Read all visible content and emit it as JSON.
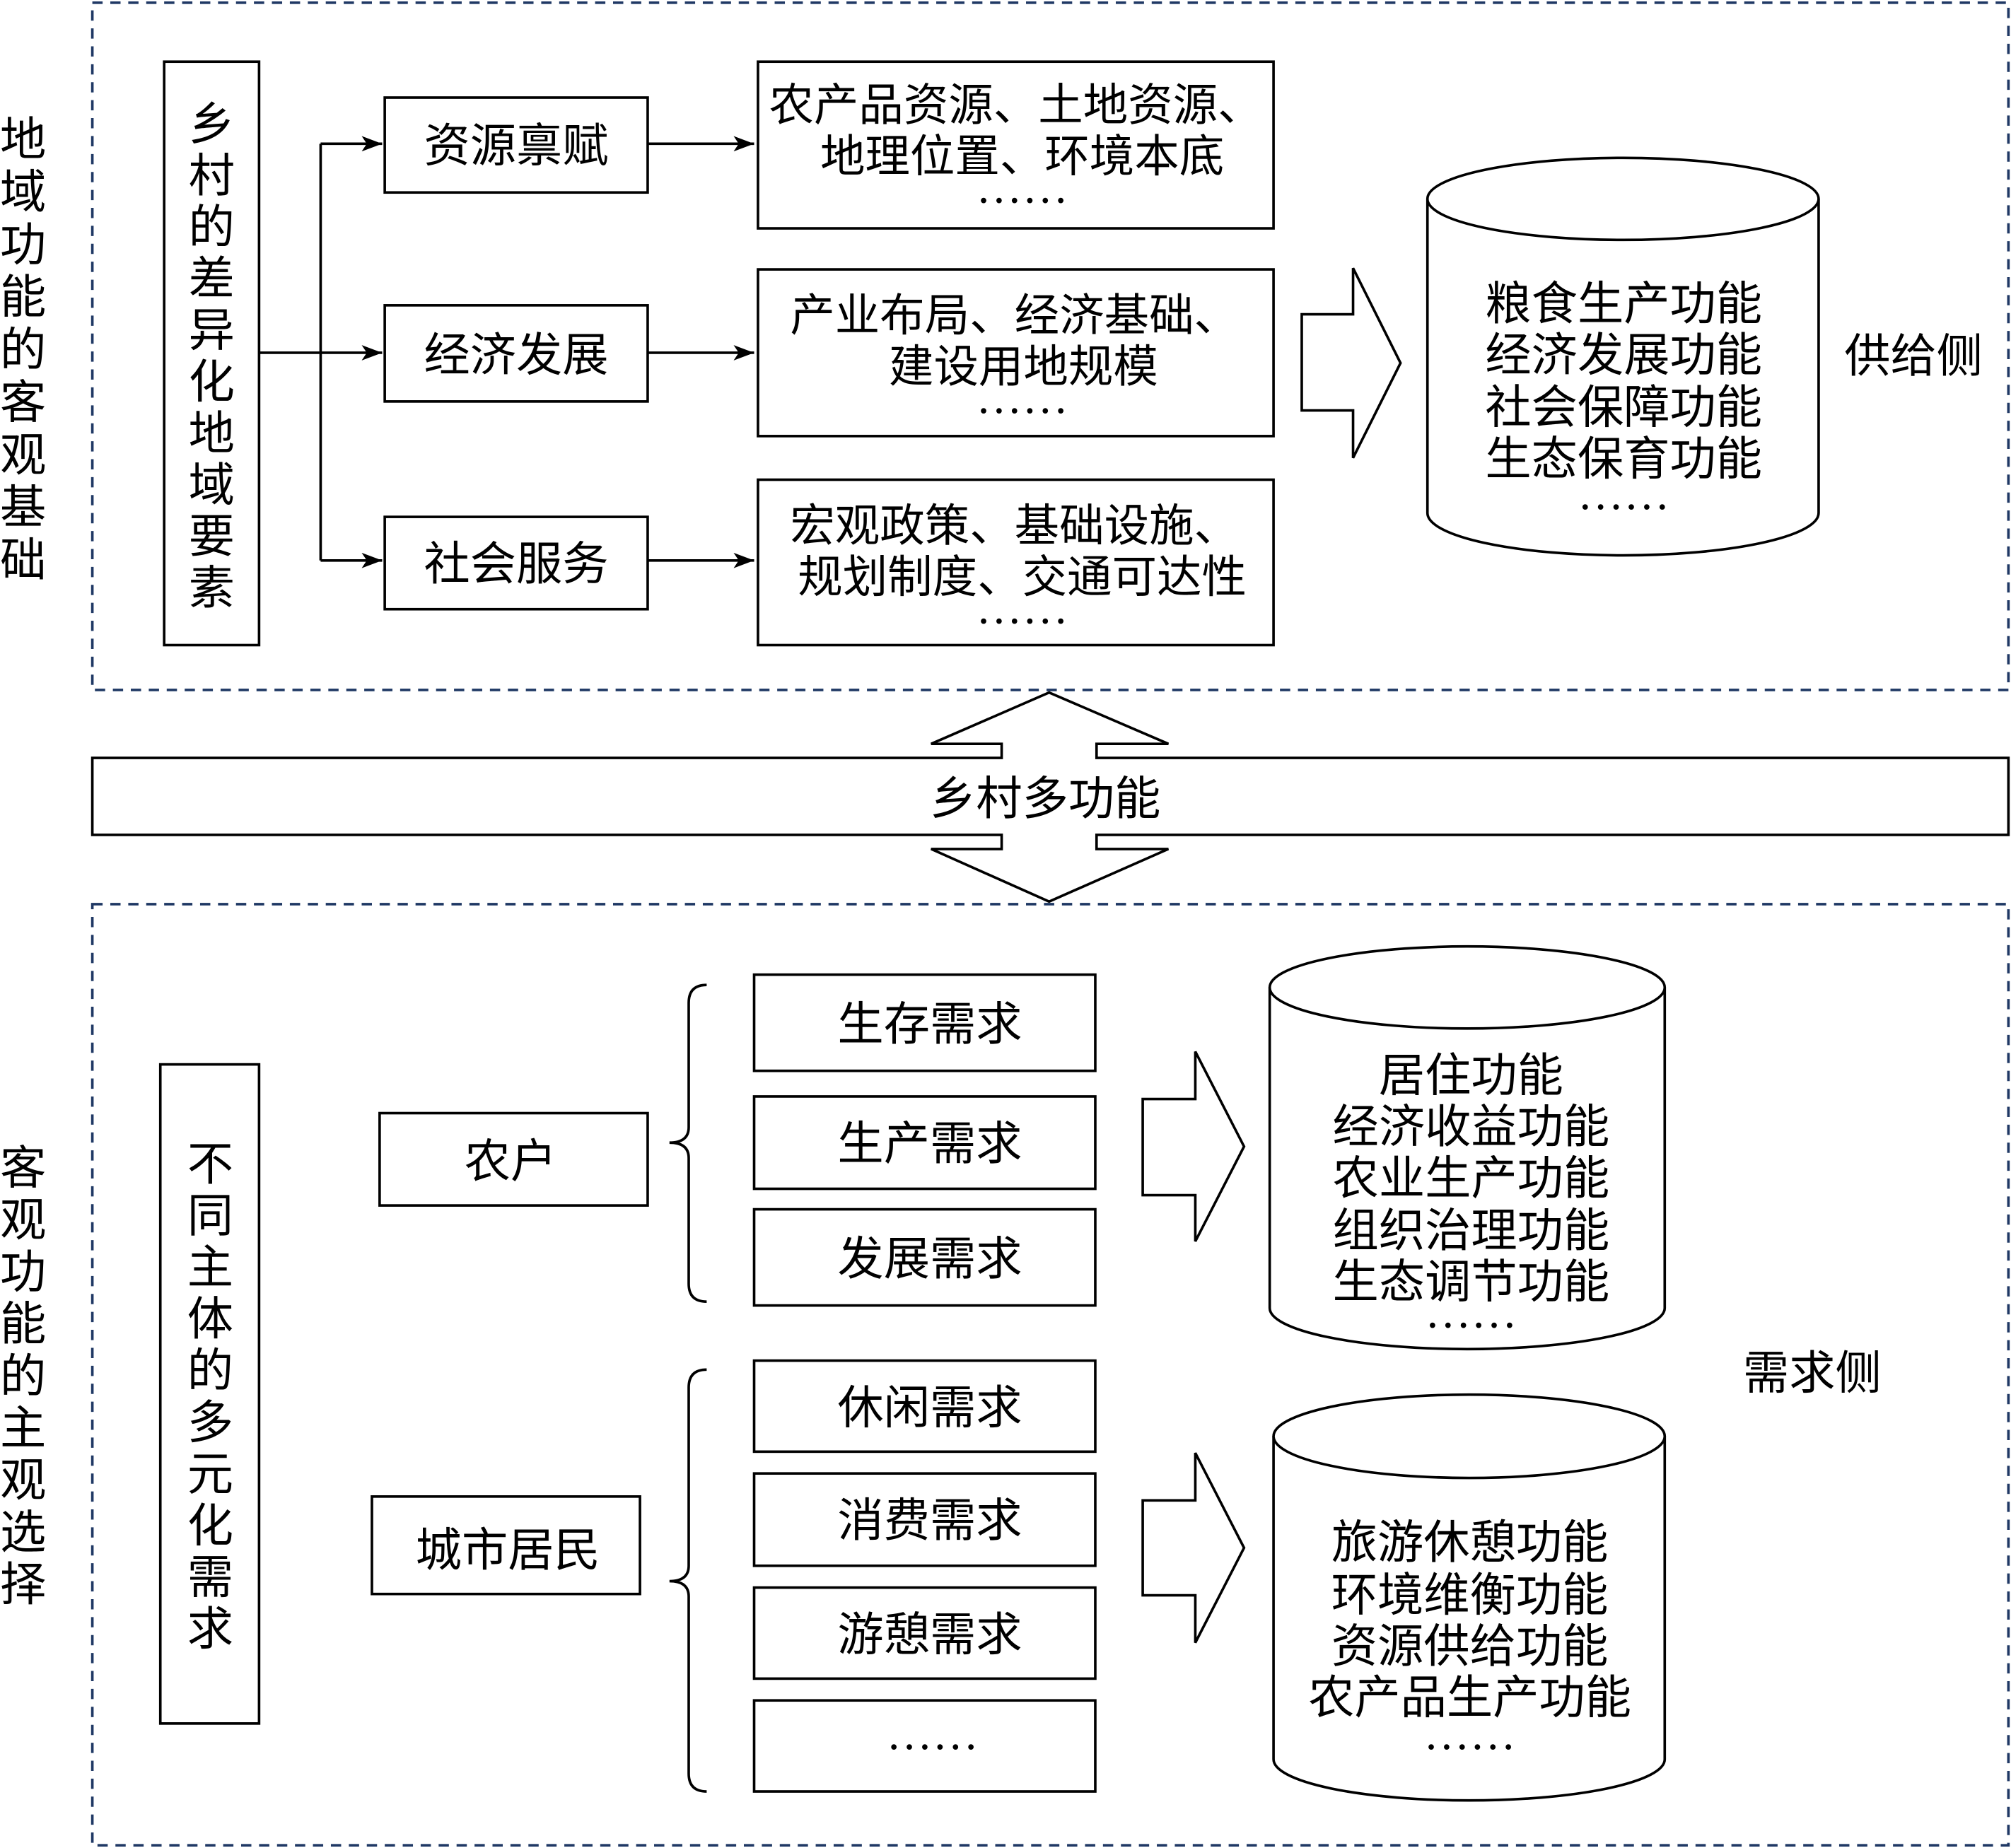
{
  "supply": {
    "side_label": "地域功能的客观基础",
    "factor_box": "乡村的差异化地域要素",
    "categories": [
      {
        "label": "资源禀赋",
        "details": [
          "农产品资源、土地资源、",
          "地理位置、环境本底",
          "……"
        ]
      },
      {
        "label": "经济发展",
        "details": [
          "产业布局、经济基础、",
          "建设用地规模",
          "……"
        ]
      },
      {
        "label": "社会服务",
        "details": [
          "宏观政策、基础设施、",
          "规划制度、交通可达性",
          "……"
        ]
      }
    ],
    "functions": [
      "粮食生产功能",
      "经济发展功能",
      "社会保障功能",
      "生态保育功能",
      "……"
    ],
    "side_tag": "供给侧"
  },
  "center": {
    "label": "乡村多功能"
  },
  "demand": {
    "side_label": "客观功能的主观选择",
    "subject_box": "不同主体的多元化需求",
    "groups": [
      {
        "subject": "农户",
        "needs": [
          "生存需求",
          "生产需求",
          "发展需求"
        ],
        "functions": [
          "居住功能",
          "经济收益功能",
          "农业生产功能",
          "组织治理功能",
          "生态调节功能",
          "……"
        ]
      },
      {
        "subject": "城市居民",
        "needs": [
          "休闲需求",
          "消费需求",
          "游憩需求",
          "……"
        ],
        "functions": [
          "旅游休憩功能",
          "环境维衡功能",
          "资源供给功能",
          "农产品生产功能",
          "……"
        ]
      }
    ],
    "side_tag": "需求侧"
  },
  "colors": {
    "dashed_border": "#1f3864",
    "stroke": "#000000",
    "background": "#ffffff"
  }
}
